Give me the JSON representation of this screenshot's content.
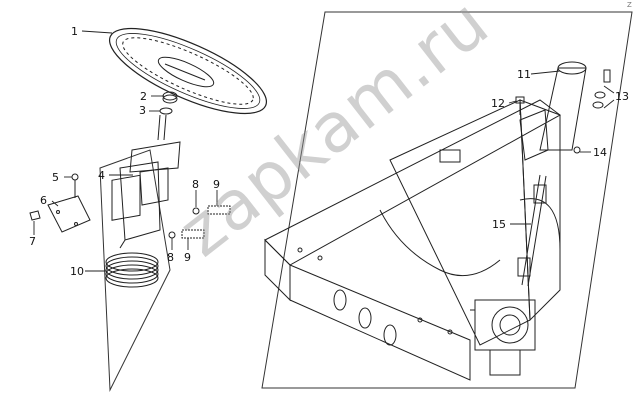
{
  "corner_mark": "Z",
  "watermark": "zapkam.ru",
  "callouts": {
    "c1": "1",
    "c2": "2",
    "c3": "3",
    "c4": "4",
    "c5": "5",
    "c6": "6",
    "c7": "7",
    "c8a": "8",
    "c8b": "8",
    "c9a": "9",
    "c9b": "9",
    "c10": "10",
    "c11": "11",
    "c12": "12",
    "c13": "13",
    "c14": "14",
    "c15": "15"
  },
  "colors": {
    "line": "#222222",
    "watermark": "#969696"
  }
}
